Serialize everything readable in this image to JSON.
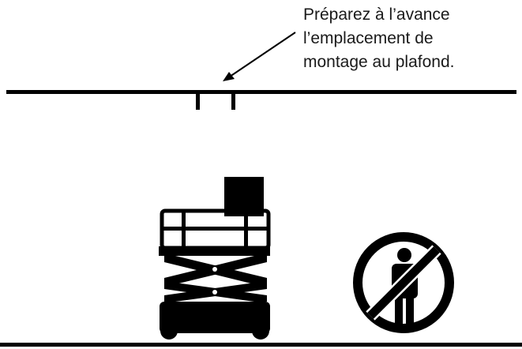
{
  "instruction": {
    "lines": [
      "Préparez à l’avance",
      "l’emplacement de",
      "montage au plafond."
    ]
  },
  "icons": {
    "lift": "scissor-lift-icon",
    "prohibition": "no-person-prohibition-icon"
  },
  "colors": {
    "ink": "#000000",
    "text": "#1a1a1a",
    "background": "#ffffff"
  }
}
